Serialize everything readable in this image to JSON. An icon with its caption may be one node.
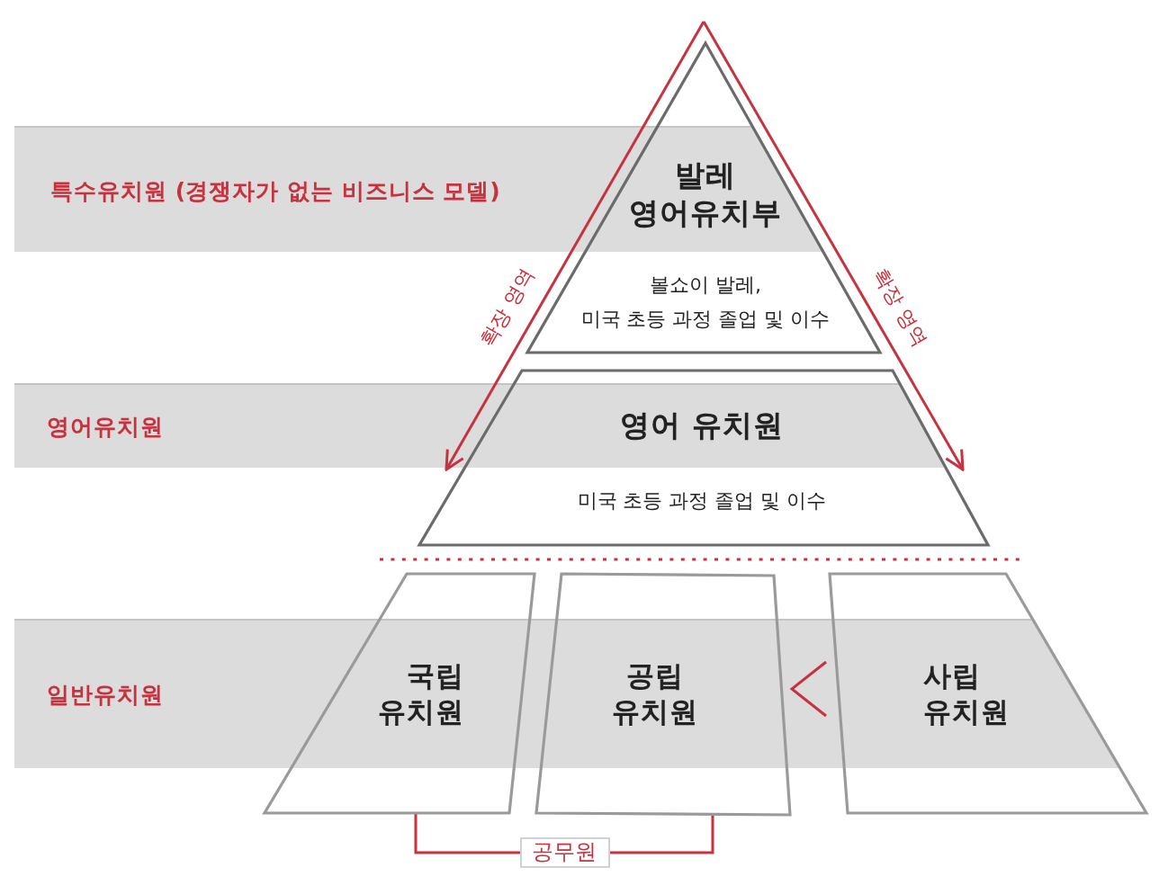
{
  "diagram": {
    "nodes": [
      {
        "text": [
          "특수유치원 (경쟁자가 없는 비즈니스 모델)"
        ]
      },
      {
        "text": [
          "발레 영어유치부",
          "볼쇼이 발레, 미국 초등 과정 졸업 및 이수"
        ]
      },
      {
        "text": [
          "영어유치원"
        ]
      },
      {
        "text": [
          "영어 유치원",
          "미국 초등 과정 졸업 및 이수"
        ]
      },
      {
        "text": [
          "일반유치원"
        ]
      },
      {
        "text": [
          "국립 유치원"
        ]
      },
      {
        "text": [
          "공립 유치원"
        ]
      },
      {
        "text": [
          "사립 유치원"
        ]
      }
    ],
    "edges": [
      {
        "from": 1,
        "to": 3,
        "arrow": "to",
        "label": "확장 영역"
      },
      {
        "from": 1,
        "to": 3,
        "arrow": "to",
        "label": "확장 영역"
      },
      {
        "from": 5,
        "to": 6,
        "arrow": "none",
        "label": "공무원"
      },
      {
        "from": 7,
        "to": 6,
        "arrow": "to"
      }
    ]
  }
}
